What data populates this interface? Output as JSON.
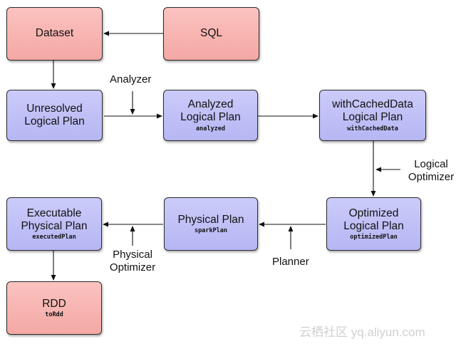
{
  "nodes": {
    "dataset": {
      "title": "Dataset",
      "sub": ""
    },
    "sql": {
      "title": "SQL",
      "sub": ""
    },
    "unresolved": {
      "title": "Unresolved Logical Plan",
      "sub": ""
    },
    "analyzed": {
      "title": "Analyzed Logical Plan",
      "sub": "analyzed"
    },
    "cached": {
      "title": "withCachedData Logical Plan",
      "sub": "withCachedData"
    },
    "optimized": {
      "title": "Optimized Logical Plan",
      "sub": "optimizedPlan"
    },
    "physical": {
      "title": "Physical Plan",
      "sub": "sparkPlan"
    },
    "executable": {
      "title": "Executable Physical Plan",
      "sub": "executedPlan"
    },
    "rdd": {
      "title": "RDD",
      "sub": "toRdd"
    }
  },
  "labels": {
    "analyzer": "Analyzer",
    "logical_optimizer": "Logical Optimizer",
    "planner": "Planner",
    "physical_optimizer": "Physical Optimizer"
  },
  "watermark": "云栖社区 yq.aliyun.com",
  "colors": {
    "blue_box": "#c1c1f7",
    "red_box": "#f7b3af",
    "border": "#2b2b2b"
  }
}
